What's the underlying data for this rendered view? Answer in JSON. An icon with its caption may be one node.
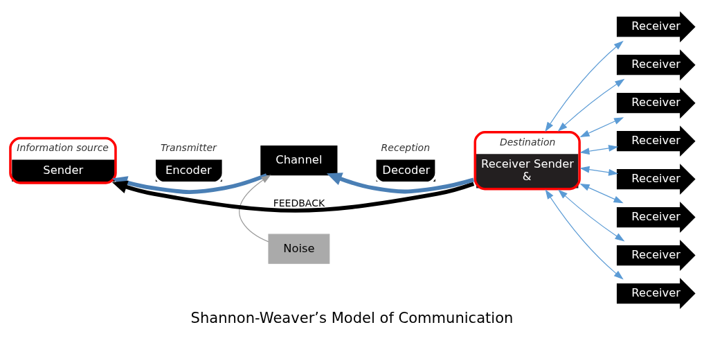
{
  "diagram": {
    "title": "Shannon-Weaver’s Model of Communication",
    "nodes": [
      {
        "text": [
          "Information source",
          "Sender"
        ]
      },
      {
        "text": [
          "Transmitter",
          "Encoder"
        ]
      },
      {
        "text": [
          "Channel"
        ]
      },
      {
        "text": [
          "Noise"
        ]
      },
      {
        "text": [
          "Reception",
          "Decoder"
        ]
      },
      {
        "text": [
          "Destination",
          "Receiver Sender",
          "&"
        ]
      },
      {
        "text": [
          "Receiver"
        ]
      },
      {
        "text": [
          "Receiver"
        ]
      },
      {
        "text": [
          "Receiver"
        ]
      },
      {
        "text": [
          "Receiver"
        ]
      },
      {
        "text": [
          "Receiver"
        ]
      },
      {
        "text": [
          "Receiver"
        ]
      },
      {
        "text": [
          "Receiver"
        ]
      },
      {
        "text": [
          "Receiver"
        ]
      }
    ],
    "edges": [
      {
        "from": 2,
        "to": 0,
        "arrow": "to",
        "style": "thick",
        "color": "#4a7fb5"
      },
      {
        "from": 5,
        "to": 2,
        "arrow": "to",
        "style": "thick",
        "color": "#4a7fb5"
      },
      {
        "from": 3,
        "to": 2,
        "arrow": "to",
        "color": "#999999"
      },
      {
        "from": 5,
        "to": 0,
        "arrow": "to",
        "label": "FEEDBACK",
        "style": "thick",
        "color": "#000000"
      },
      {
        "from": 5,
        "to": 6,
        "arrow": "both"
      },
      {
        "from": 5,
        "to": 7,
        "arrow": "both"
      },
      {
        "from": 5,
        "to": 8,
        "arrow": "both"
      },
      {
        "from": 5,
        "to": 9,
        "arrow": "both"
      },
      {
        "from": 5,
        "to": 10,
        "arrow": "both"
      },
      {
        "from": 5,
        "to": 11,
        "arrow": "both"
      },
      {
        "from": 5,
        "to": 12,
        "arrow": "both"
      },
      {
        "from": 5,
        "to": 13,
        "arrow": "both"
      }
    ]
  }
}
